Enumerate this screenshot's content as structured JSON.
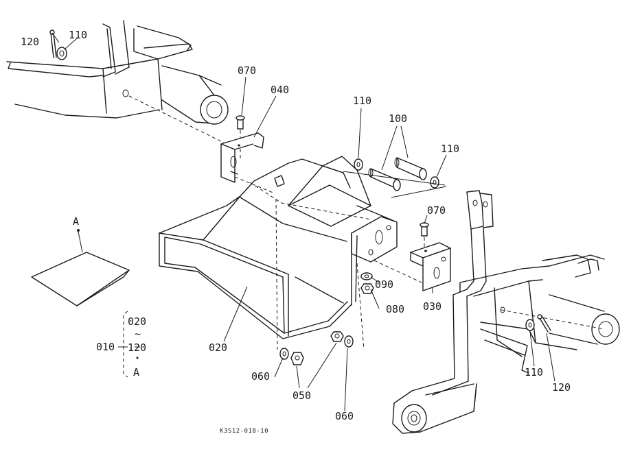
{
  "figure_code": "K3S12-018-10",
  "colors": {
    "line": "#1a1a1a",
    "background": "#ffffff"
  },
  "labels": {
    "p120_top": "120",
    "p110_top": "110",
    "p070_top": "070",
    "p040": "040",
    "p110_mid": "110",
    "p100": "100",
    "p110_right": "110",
    "p070_right": "070",
    "pA_plate": "A",
    "p090": "090",
    "p080": "080",
    "p030": "030",
    "p020_main": "020",
    "p060_left": "060",
    "p050": "050",
    "p060_right": "060",
    "p110_bottom": "110",
    "p120_bottom": "120"
  },
  "assembly_note": {
    "part": "010",
    "range_from": "020",
    "tilde": "~",
    "range_to": "120",
    "dot": "•",
    "extra": "A"
  }
}
